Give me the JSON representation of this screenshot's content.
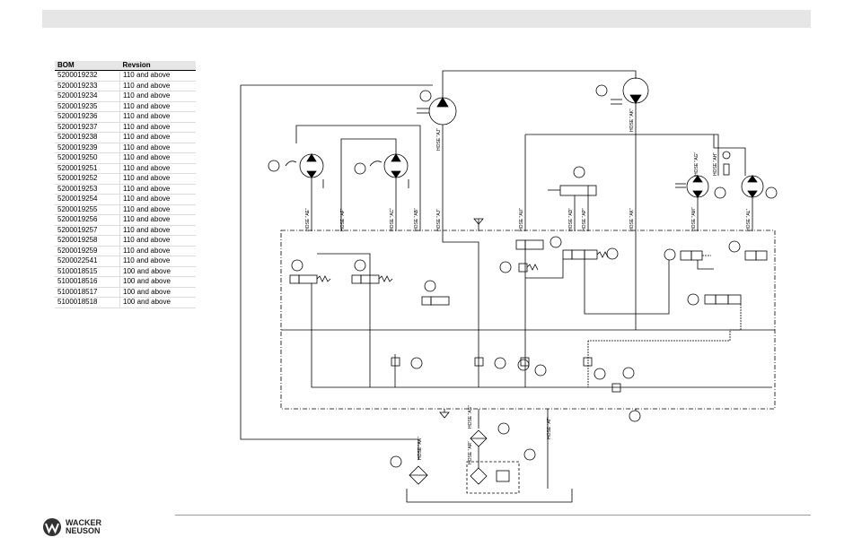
{
  "bom_table": {
    "headers": [
      "BOM",
      "Revsion"
    ],
    "rows": [
      [
        "5200019232",
        "110 and above"
      ],
      [
        "5200019233",
        "110 and above"
      ],
      [
        "5200019234",
        "110 and above"
      ],
      [
        "5200019235",
        "110 and above"
      ],
      [
        "5200019236",
        "110 and above"
      ],
      [
        "5200019237",
        "110 and above"
      ],
      [
        "5200019238",
        "110 and above"
      ],
      [
        "5200019239",
        "110 and above"
      ],
      [
        "5200019250",
        "110 and above"
      ],
      [
        "5200019251",
        "110 and above"
      ],
      [
        "5200019252",
        "110 and above"
      ],
      [
        "5200019253",
        "110 and above"
      ],
      [
        "5200019254",
        "110 and above"
      ],
      [
        "5200019255",
        "110 and above"
      ],
      [
        "5200019256",
        "110 and above"
      ],
      [
        "5200019257",
        "110 and above"
      ],
      [
        "5200019258",
        "110 and above"
      ],
      [
        "5200019259",
        "110 and above"
      ],
      [
        "5200022541",
        "110 and above"
      ],
      [
        "5100018515",
        "100 and above"
      ],
      [
        "5100018516",
        "100 and above"
      ],
      [
        "5100018517",
        "100 and above"
      ],
      [
        "5100018518",
        "100 and above"
      ]
    ]
  },
  "hose_labels": {
    "ae": "HOSE \"AE\"",
    "af": "HOSE \"AF\"",
    "ac": "HOSE \"AC\"",
    "ab": "HOSE \"AB\"",
    "aj": "HOSE \"AJ\"",
    "aj2": "HOSE \"AJ\"",
    "ak": "HOSE \"AK\"",
    "au": "HOSE \"AU\"",
    "ad": "HOSE \"AD\"",
    "ap": "HOSE \"AP\"",
    "ak2": "HOSE \"AK\"",
    "am": "HOSE \"AM\"",
    "al": "HOSE \"AL\"",
    "ag": "HOSE \"AG\"",
    "ah": "HOSE \"AH\"",
    "aa": "HOSE \"AA\"",
    "as": "HOSE \"AS\"",
    "ar": "HOSE \"AR\"",
    "at": "HOSE \"AT\""
  },
  "logo": {
    "line1": "WACKER",
    "line2": "NEUSON"
  }
}
